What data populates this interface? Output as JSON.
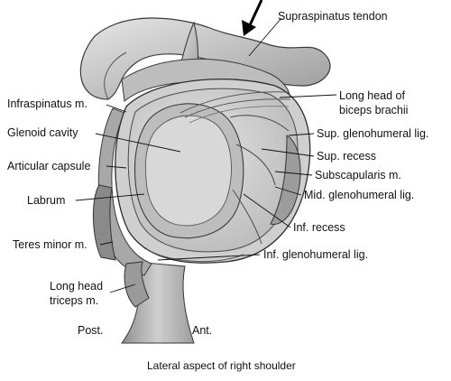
{
  "labels": {
    "supraspinatus_tendon": "Supraspinatus tendon",
    "infraspinatus": "Infraspinatus m.",
    "long_head_biceps_1": "Long head of",
    "long_head_biceps_2": "biceps brachii",
    "glenoid_cavity": "Glenoid cavity",
    "sup_glenohumeral": "Sup. glenohumeral lig.",
    "sup_recess": "Sup. recess",
    "articular_capsule": "Articular capsule",
    "subscapularis": "Subscapularis m.",
    "labrum": "Labrum",
    "mid_glenohumeral": "Mid. glenohumeral lig.",
    "inf_recess": "Inf. recess",
    "teres_minor": "Teres minor m.",
    "inf_glenohumeral": "Inf. glenohumeral lig.",
    "long_head_triceps_1": "Long head",
    "long_head_triceps_2": "triceps m.",
    "post": "Post.",
    "ant": "Ant."
  },
  "caption": "Lateral aspect of right shoulder",
  "colors": {
    "background": "#ffffff",
    "bone": "#c8c8c8",
    "bone_dark": "#8e8e8e",
    "cavity": "#d9d9d9",
    "outline": "#3a3a3a",
    "leader": "#111111"
  }
}
